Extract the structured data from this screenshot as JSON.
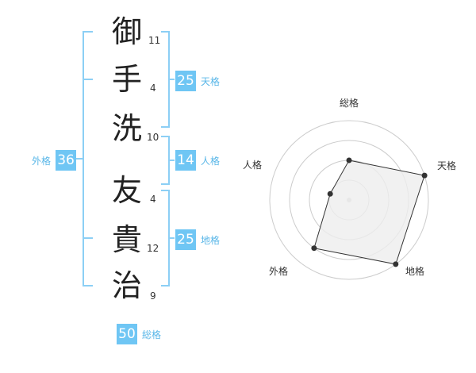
{
  "name_chars": [
    {
      "char": "御",
      "strokes": "11"
    },
    {
      "char": "手",
      "strokes": "4"
    },
    {
      "char": "洗",
      "strokes": "10"
    },
    {
      "char": "友",
      "strokes": "4"
    },
    {
      "char": "貴",
      "strokes": "12"
    },
    {
      "char": "治",
      "strokes": "9"
    }
  ],
  "fortunes": {
    "tenkaku": {
      "value": "25",
      "label": "天格"
    },
    "jinkaku": {
      "value": "14",
      "label": "人格"
    },
    "chikaku": {
      "value": "25",
      "label": "地格"
    },
    "gaikaku": {
      "value": "36",
      "label": "外格"
    },
    "soukaku": {
      "value": "50",
      "label": "総格"
    }
  },
  "colors": {
    "accent": "#6fc6f4",
    "accent_text": "#5ab7e8",
    "bracket": "#8ccff5",
    "radar_fill": "#eeeeee",
    "radar_ring": "#cccccc"
  },
  "chart_data": {
    "type": "radar",
    "axes": [
      "総格",
      "天格",
      "地格",
      "外格",
      "人格"
    ],
    "scale": {
      "min": 0,
      "max": 4,
      "rings": 4
    },
    "values": [
      2,
      4,
      4,
      3,
      1
    ]
  }
}
